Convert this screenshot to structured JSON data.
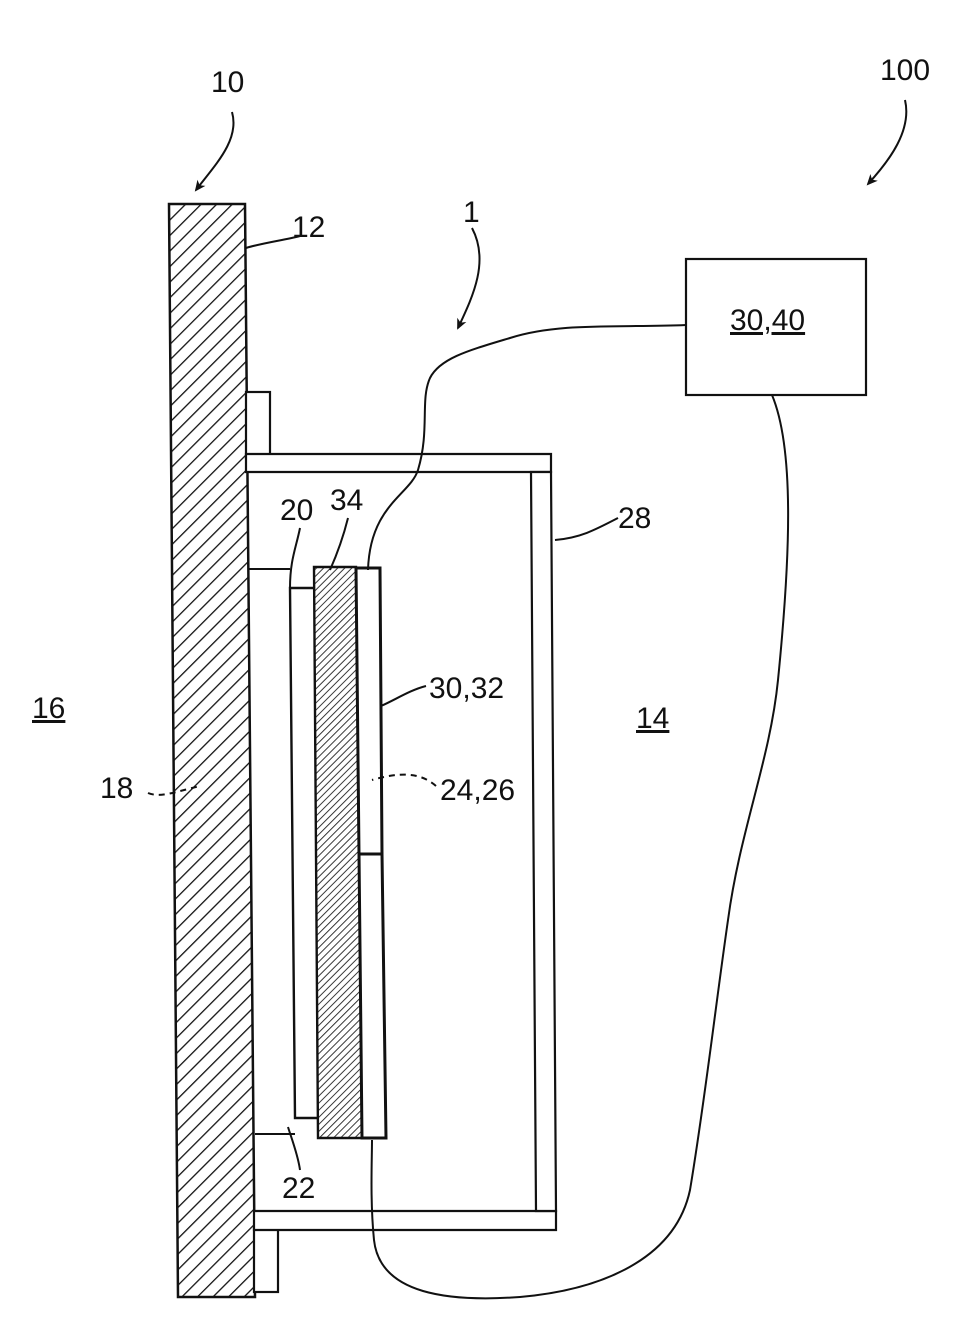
{
  "labels": {
    "device_10": "10",
    "system_100": "100",
    "wall_face_12": "12",
    "apparatus_1": "1",
    "unit_30_40": "30,40",
    "housing_28": "28",
    "element_20": "20",
    "layer_34": "34",
    "element_30_32": "30,32",
    "region_16": "16",
    "region_14": "14",
    "wall_18": "18",
    "element_24_26": "24,26",
    "element_22": "22"
  },
  "colors": {
    "ink": "#111111",
    "background": "#ffffff"
  }
}
